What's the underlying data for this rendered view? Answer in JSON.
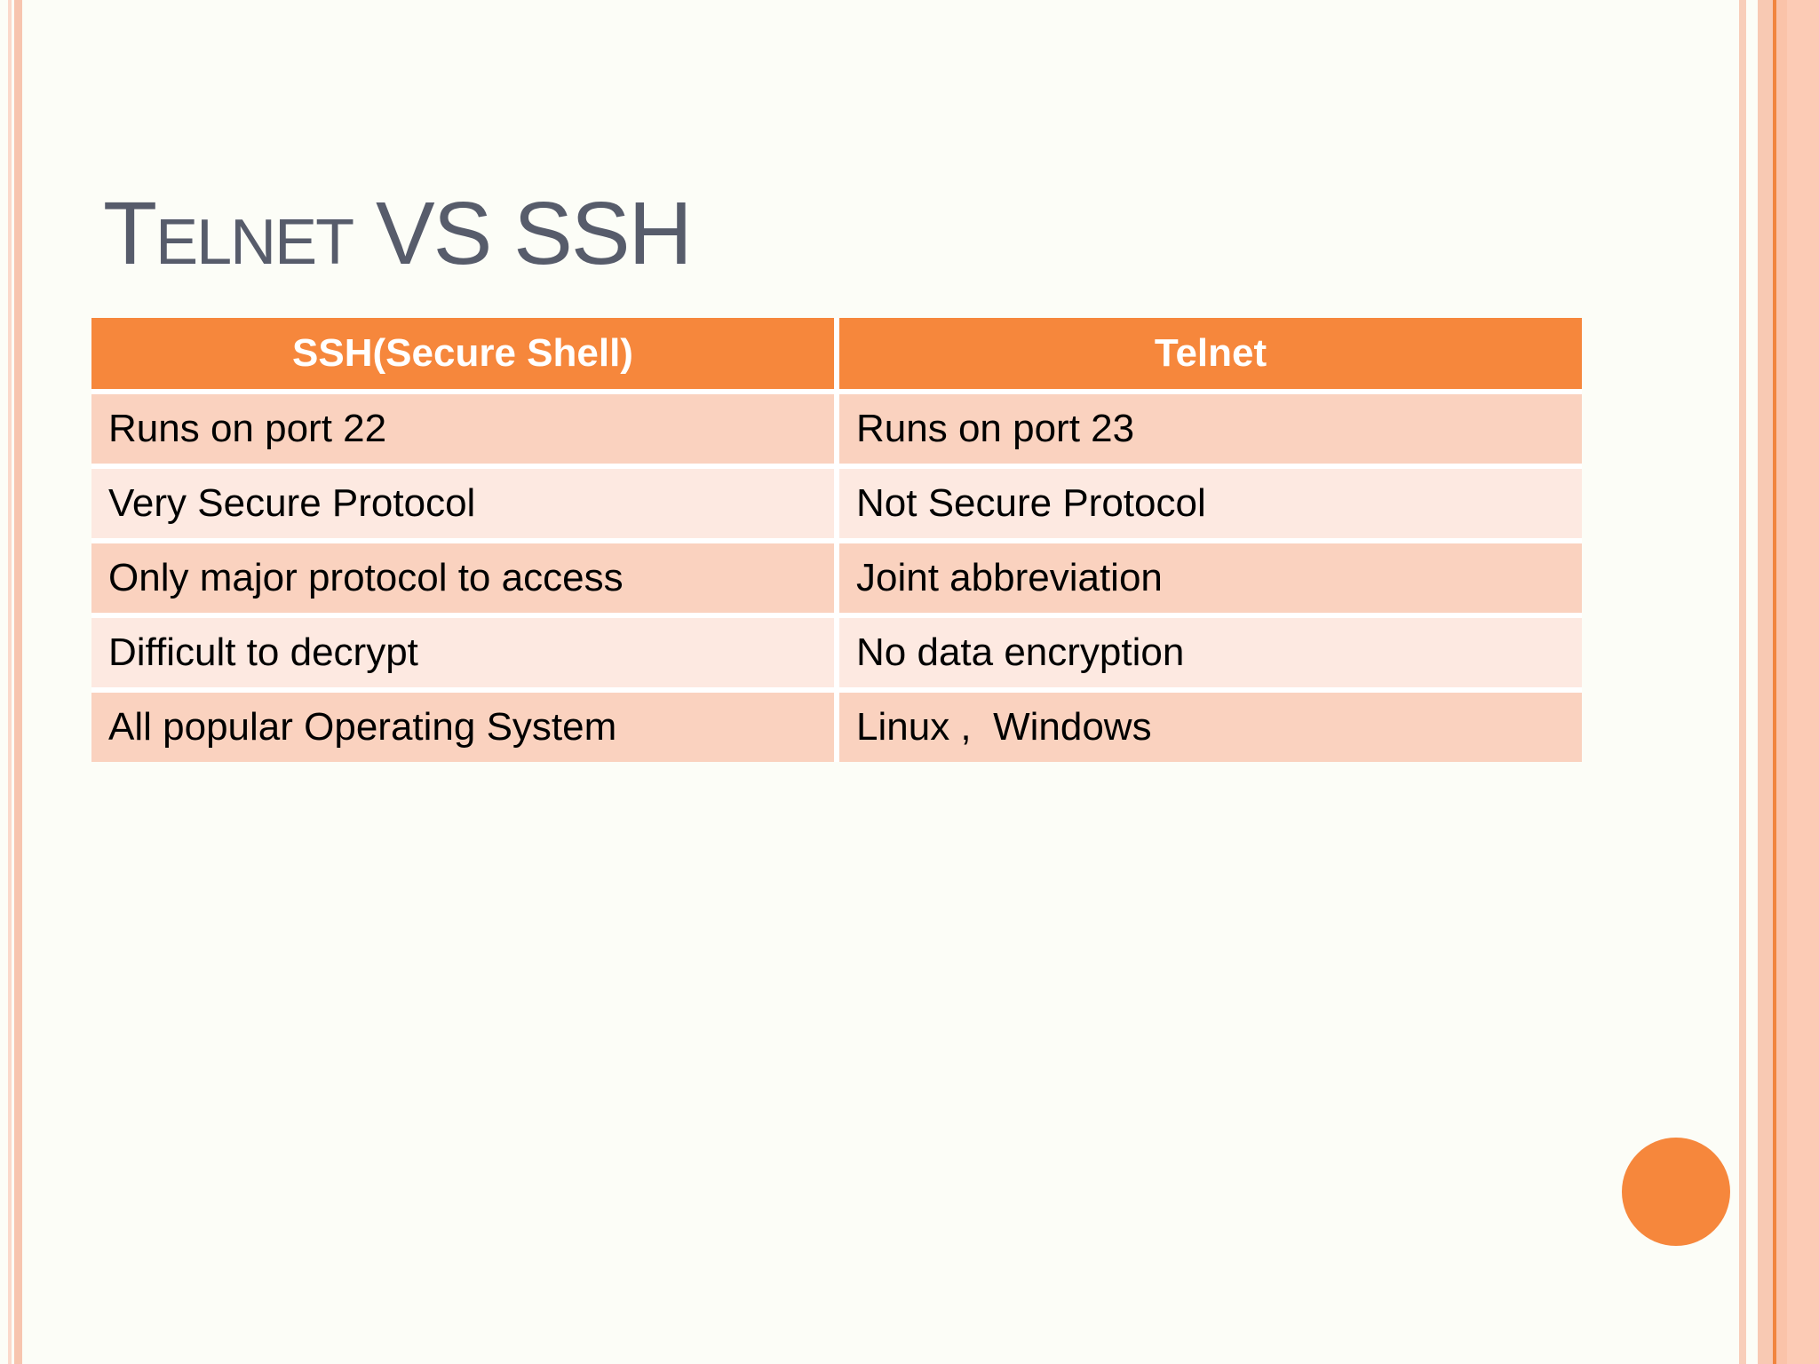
{
  "slide": {
    "title": {
      "text": "Telnet VS SSH",
      "lead": "T",
      "small_caps": "ELNET",
      "rest": " VS SSH"
    },
    "table": {
      "headers": [
        "SSH(Secure Shell)",
        "Telnet"
      ],
      "rows": [
        [
          "Runs on port 22",
          "Runs on port 23"
        ],
        [
          "Very Secure Protocol",
          "Not Secure Protocol"
        ],
        [
          "Only major protocol to access",
          "Joint abbreviation"
        ],
        [
          "Difficult to decrypt",
          "No data encryption"
        ],
        [
          "All popular Operating System",
          "Linux ,  Windows"
        ]
      ]
    },
    "colors": {
      "accent_orange": "#F6873C",
      "edge_line_orange": "#F1853F",
      "row_peach": "#FAD2BF",
      "row_light_pink": "#FDE9E1",
      "stripe_light_peach": "#F8CEBA",
      "title_gray": "#575C6B",
      "background": "#FCFDF7",
      "header_text": "#FFFFFF",
      "body_text": "#000000"
    }
  }
}
